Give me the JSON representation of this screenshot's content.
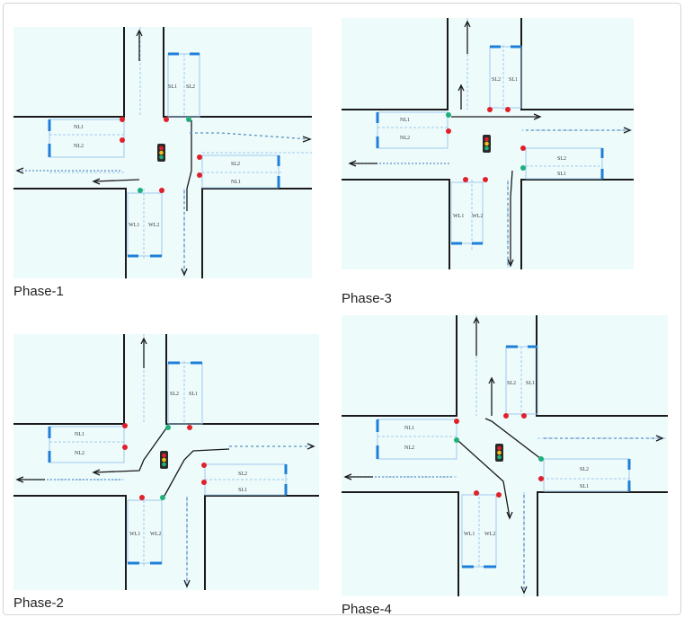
{
  "phases": [
    {
      "caption": "Phase-1",
      "lanes": {
        "north": [
          "SL1",
          "SL2"
        ],
        "west": [
          "NL1",
          "NL2"
        ],
        "east": [
          "SL2",
          "NL1"
        ],
        "south": [
          "WL1",
          "WL2"
        ]
      }
    },
    {
      "caption": "Phase-2",
      "lanes": {
        "north": [
          "SL2",
          "SL1"
        ],
        "west": [
          "NL1",
          "NL2"
        ],
        "east": [
          "SL2",
          "SL1"
        ],
        "south": [
          "WL1",
          "WL2"
        ]
      }
    },
    {
      "caption": "Phase-3",
      "lanes": {
        "north": [
          "SL2",
          "SL1"
        ],
        "west": [
          "NL1",
          "NL2"
        ],
        "east": [
          "SL2",
          "SL1"
        ],
        "south": [
          "WL1",
          "WL2"
        ]
      }
    },
    {
      "caption": "Phase-4",
      "lanes": {
        "north": [
          "SL2",
          "SL1"
        ],
        "west": [
          "NL1",
          "NL2"
        ],
        "east": [
          "SL2",
          "SL1"
        ],
        "south": [
          "WL1",
          "WL2"
        ]
      }
    }
  ],
  "colors": {
    "background": "#eefbfb",
    "road_edge": "#1a1a1a",
    "lane_line": "#9fc9ec",
    "stop_bar": "#1e7fd8",
    "signal_red": "#e0202a",
    "signal_green": "#1fb07a"
  },
  "icons": {
    "traffic_light": "traffic-light-icon"
  }
}
